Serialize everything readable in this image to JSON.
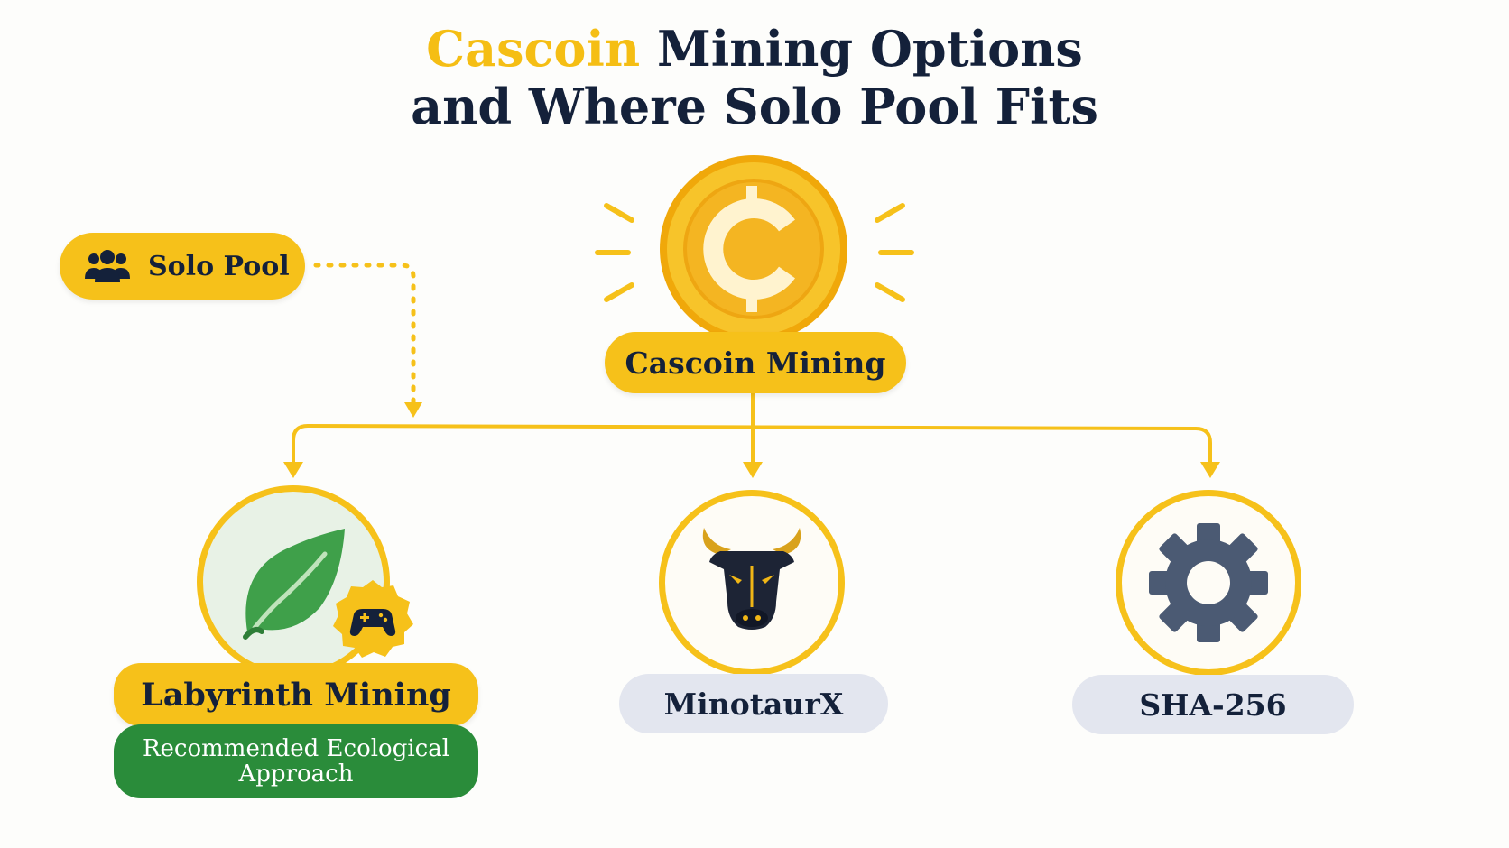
{
  "title": {
    "accent": "Cascoin",
    "line1_rest": "Mining Options",
    "line2": "and Where Solo Pool Fits"
  },
  "nodes": {
    "solo_pool": "Solo Pool",
    "root": "Cascoin Mining",
    "labyrinth": "Labyrinth Mining",
    "recommended": "Recommended Ecological Approach",
    "minotaurx": "MinotaurX",
    "sha256": "SHA-256"
  },
  "icons": {
    "solo_pool": "users-group-icon",
    "root": "cascoin-coin-icon",
    "labyrinth": "leaf-icon",
    "labyrinth_badge": "gamepad-icon",
    "minotaurx": "bull-icon",
    "sha256": "gear-icon"
  },
  "colors": {
    "accent_yellow": "#f6c11a",
    "navy": "#14213a",
    "green": "#2a8c3a",
    "grey_pill": "#e3e6ef",
    "gear": "#4b5a73"
  }
}
